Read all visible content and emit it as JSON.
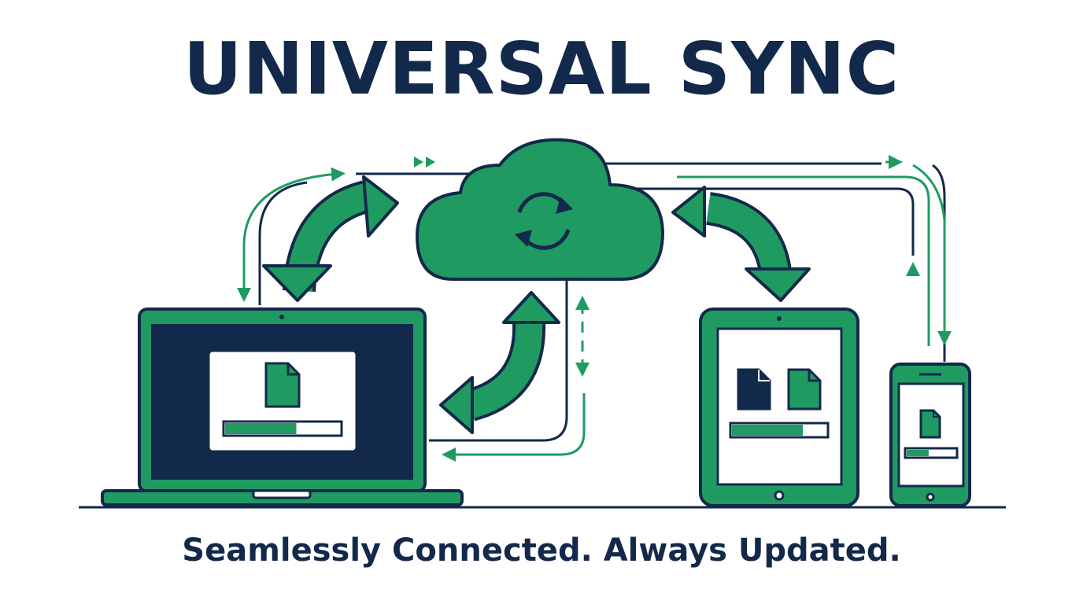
{
  "header": {
    "title": "UNIVERSAL SYNC"
  },
  "footer": {
    "tagline": "Seamlessly Connected. Always Updated."
  },
  "devices": {
    "laptop": {
      "sync_progress": 0.62
    },
    "tablet": {
      "sync_progress": 0.75
    },
    "phone": {
      "sync_progress": 0.45
    }
  },
  "colors": {
    "navy": "#13294b",
    "green": "#1f9b62",
    "white": "#ffffff",
    "progress_track": "#ffffff"
  },
  "icons": [
    "cloud-icon",
    "sync-icon",
    "file-icon",
    "laptop-icon",
    "tablet-icon",
    "phone-icon",
    "arrow-icon"
  ]
}
